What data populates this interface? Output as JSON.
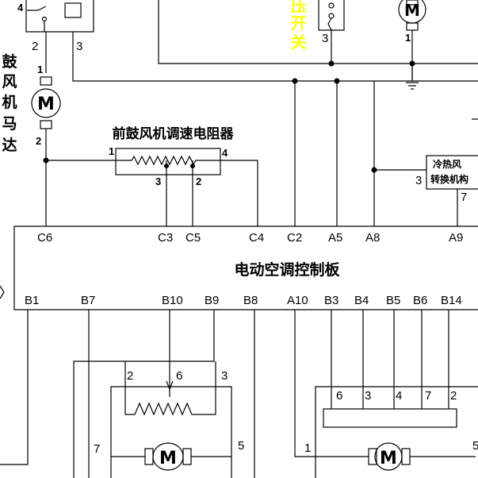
{
  "labels": {
    "fan_motor_vertical": [
      "鼓",
      "风",
      "机",
      "马",
      "达"
    ],
    "pressure_switch_vertical": [
      "压",
      "开",
      "关"
    ],
    "front_blower_resistor": "前鼓风机调速电阻器",
    "control_panel": "电动空调控制板",
    "hot_cold_switch_line1": "冷热风",
    "hot_cold_switch_line2": "转换机构",
    "motor_symbol": "M"
  },
  "top_pins": {
    "fan_pin4": "4",
    "fan_pin2": "2",
    "fan_pin3": "3",
    "motor_pin1": "1",
    "motor_pin2": "2",
    "pressure_pin3": "3",
    "right_motor_pin1": "1"
  },
  "resistor_pins": {
    "p1": "1",
    "p2": "2",
    "p3": "3",
    "p4": "4"
  },
  "switch_pins": {
    "p3": "3",
    "p7": "7"
  },
  "panel_top_pins": [
    "C6",
    "C3",
    "C5",
    "C4",
    "C2",
    "A5",
    "A8",
    "A9"
  ],
  "panel_bottom_pins": [
    "B1",
    "B7",
    "B10",
    "B9",
    "B8",
    "A10",
    "B3",
    "B4",
    "B5",
    "B6",
    "B14"
  ],
  "left_actuator_pins": {
    "p2": "2",
    "p6": "6",
    "p3": "3",
    "p7": "7",
    "p5": "5"
  },
  "right_actuator_pins": {
    "p6": "6",
    "p3": "3",
    "p4": "4",
    "p7": "7",
    "p2": "2",
    "p1": "1",
    "p5": "5"
  },
  "colors": {
    "wire": "#000000",
    "highlight_label": "#ffff00",
    "background": "#ffffff"
  }
}
